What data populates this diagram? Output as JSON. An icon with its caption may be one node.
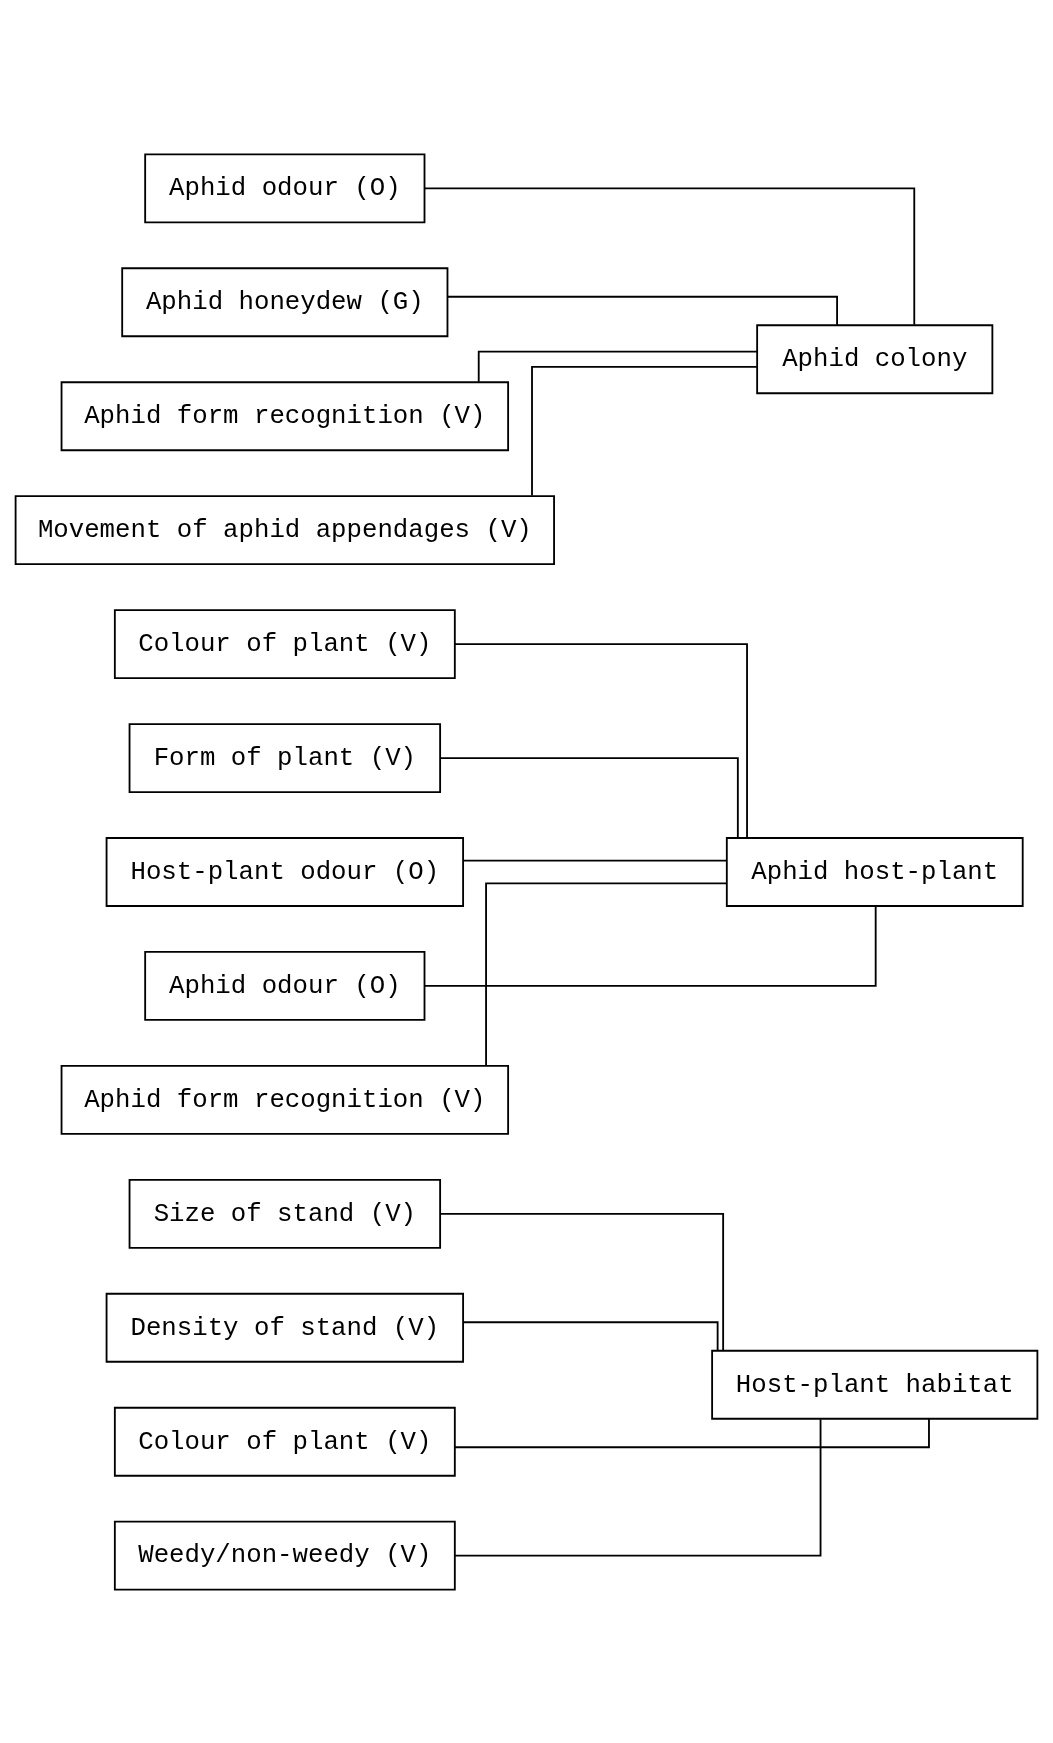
{
  "diagram": {
    "nodes": [
      {
        "text": [
          "Size of stand (V)"
        ]
      },
      {
        "text": [
          "Density of stand (V)"
        ]
      },
      {
        "text": [
          "Colour of plant (V)"
        ]
      },
      {
        "text": [
          "Weedy/non-weedy (V)"
        ]
      },
      {
        "text": [
          "Host-plant habitat"
        ]
      },
      {
        "text": [
          "Colour of plant (V)"
        ]
      },
      {
        "text": [
          "Form of plant (V)"
        ]
      },
      {
        "text": [
          "Host-plant odour (O)"
        ]
      },
      {
        "text": [
          "Aphid odour (O)"
        ]
      },
      {
        "text": [
          "Aphid form recognition (V)"
        ]
      },
      {
        "text": [
          "Aphid host-plant"
        ]
      },
      {
        "text": [
          "Aphid odour (O)"
        ]
      },
      {
        "text": [
          "Aphid honeydew (G)"
        ]
      },
      {
        "text": [
          "Aphid form recognition (V)"
        ]
      },
      {
        "text": [
          "Movement of aphid appendages (V)"
        ]
      },
      {
        "text": [
          "Aphid colony"
        ]
      }
    ],
    "edges": [
      {
        "from": 0,
        "to": 4,
        "arrow": "none"
      },
      {
        "from": 1,
        "to": 4,
        "arrow": "none"
      },
      {
        "from": 2,
        "to": 4,
        "arrow": "none"
      },
      {
        "from": 3,
        "to": 4,
        "arrow": "none"
      },
      {
        "from": 5,
        "to": 10,
        "arrow": "none"
      },
      {
        "from": 6,
        "to": 10,
        "arrow": "none"
      },
      {
        "from": 7,
        "to": 10,
        "arrow": "none"
      },
      {
        "from": 8,
        "to": 10,
        "arrow": "none"
      },
      {
        "from": 9,
        "to": 10,
        "arrow": "none"
      },
      {
        "from": 11,
        "to": 15,
        "arrow": "none"
      },
      {
        "from": 12,
        "to": 15,
        "arrow": "none"
      },
      {
        "from": 13,
        "to": 15,
        "arrow": "none"
      },
      {
        "from": 14,
        "to": 15,
        "arrow": "none"
      }
    ]
  }
}
